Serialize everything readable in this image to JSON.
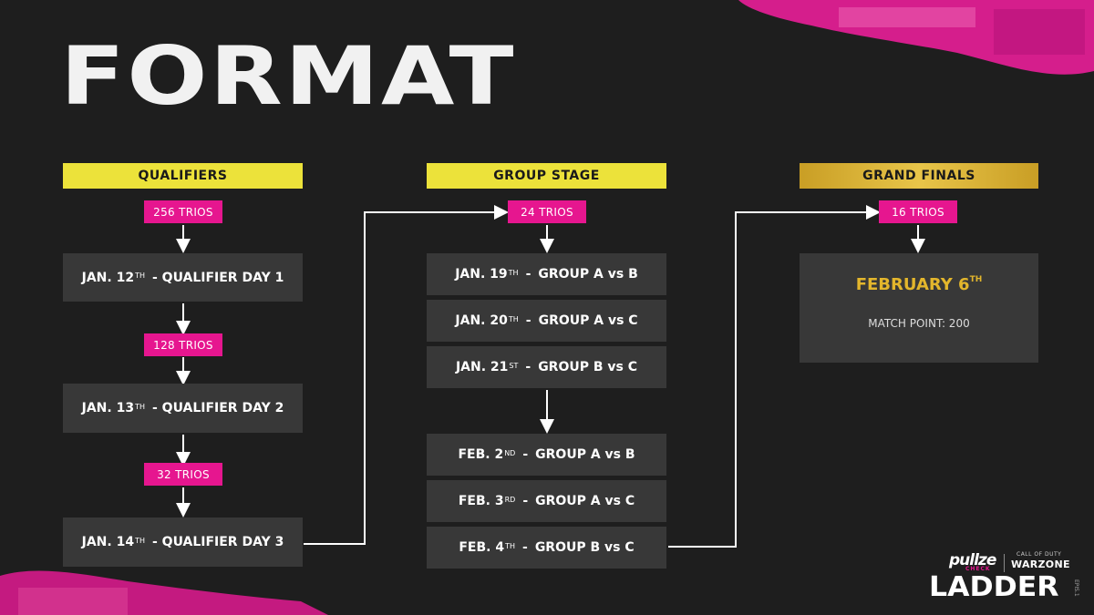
{
  "title": "FORMAT",
  "columns": {
    "qualifiers": {
      "header": "QUALIFIERS",
      "tags": [
        "256 TRIOS",
        "128 TRIOS",
        "32 TRIOS"
      ],
      "days": [
        {
          "date": "JAN. 12",
          "suffix": "TH",
          "label": "- QUALIFIER DAY 1"
        },
        {
          "date": "JAN. 13",
          "suffix": "TH",
          "label": "- QUALIFIER DAY 2"
        },
        {
          "date": "JAN. 14",
          "suffix": "TH",
          "label": "- QUALIFIER DAY 3"
        }
      ]
    },
    "group_stage": {
      "header": "GROUP STAGE",
      "tag": "24 TRIOS",
      "days": [
        {
          "date": "JAN. 19",
          "suffix": "TH",
          "label": "GROUP A vs B"
        },
        {
          "date": "JAN. 20",
          "suffix": "TH",
          "label": "GROUP A vs C"
        },
        {
          "date": "JAN. 21",
          "suffix": "ST",
          "label": "GROUP B vs C"
        },
        {
          "date": "FEB. 2",
          "suffix": "ND",
          "label": "GROUP A vs B"
        },
        {
          "date": "FEB. 3",
          "suffix": "RD",
          "label": "GROUP A vs C"
        },
        {
          "date": "FEB. 4",
          "suffix": "TH",
          "label": "GROUP B vs C"
        }
      ]
    },
    "grand_finals": {
      "header": "GRAND FINALS",
      "tag": "16 TRIOS",
      "date": "FEBRUARY 6",
      "date_suffix": "TH",
      "detail": "MATCH POINT: 200"
    }
  },
  "logo": {
    "brand": "pullze",
    "brand_sub": "CHECK",
    "partner_top": "CALL OF DUTY",
    "partner": "WARZONE",
    "name": "LADDER",
    "side_text": "EPIS.1"
  },
  "colors": {
    "background": "#1e1e1e",
    "header_yellow": "#ece23a",
    "header_gold": "#d9b33a",
    "tag_pink": "#e6168f",
    "box_gray": "#383838",
    "final_gold": "#e3b62c"
  }
}
